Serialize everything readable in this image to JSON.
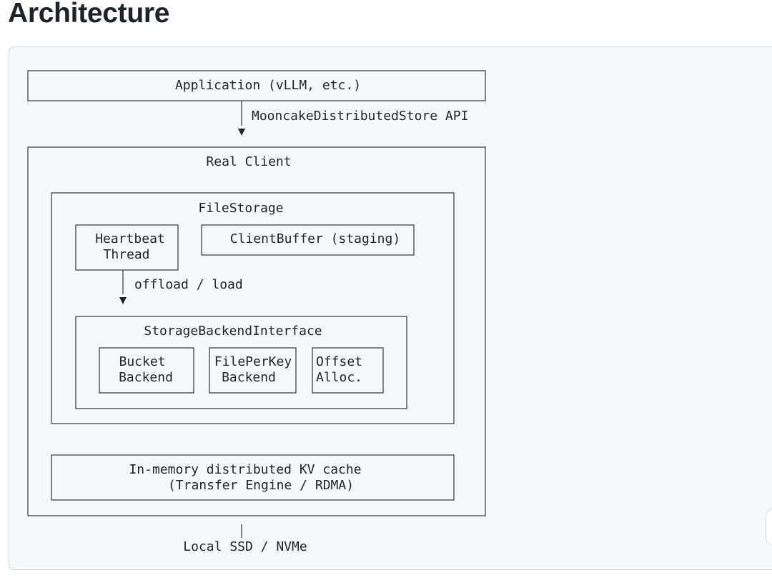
{
  "page": {
    "heading": "Architecture"
  },
  "diagram": {
    "application": "Application (vLLM, etc.)",
    "api_label": "MooncakeDistributedStore API",
    "real_client": "Real Client",
    "file_storage": "FileStorage",
    "heartbeat_line1": "Heartbeat",
    "heartbeat_line2": "Thread",
    "client_buffer": "ClientBuffer (staging)",
    "offload_label": "offload / load",
    "storage_backend_interface": "StorageBackendInterface",
    "bucket_line1": "Bucket",
    "bucket_line2": "Backend",
    "fileperkey_line1": "FilePerKey",
    "fileperkey_line2": "Backend",
    "offset_line1": "Offset",
    "offset_line2": "Alloc.",
    "kv_cache_line1": "In-memory distributed KV cache",
    "kv_cache_line2": "(Transfer Engine / RDMA)",
    "local_ssd": "Local SSD / NVMe"
  }
}
